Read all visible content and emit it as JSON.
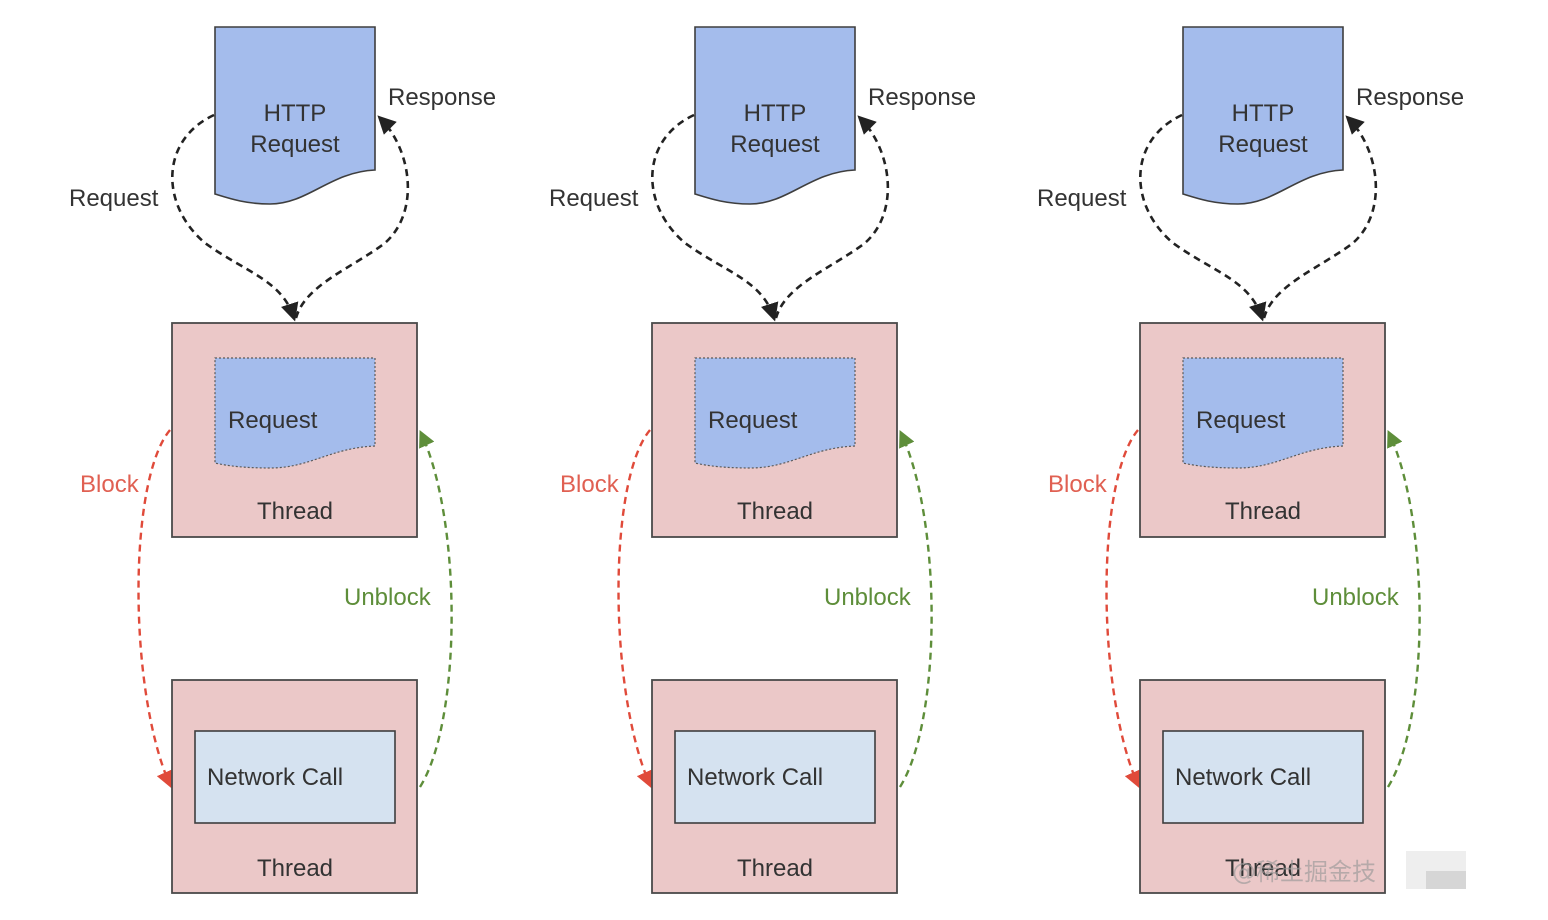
{
  "diagram": {
    "panels": [
      {
        "http_doc_line1": "HTTP",
        "http_doc_line2": "Request",
        "request_label": "Request",
        "response_label": "Response",
        "inner_doc_label": "Request",
        "top_thread_label": "Thread",
        "block_label": "Block",
        "unblock_label": "Unblock",
        "network_call_label": "Network Call",
        "bottom_thread_label": "Thread"
      },
      {
        "http_doc_line1": "HTTP",
        "http_doc_line2": "Request",
        "request_label": "Request",
        "response_label": "Response",
        "inner_doc_label": "Request",
        "top_thread_label": "Thread",
        "block_label": "Block",
        "unblock_label": "Unblock",
        "network_call_label": "Network Call",
        "bottom_thread_label": "Thread"
      },
      {
        "http_doc_line1": "HTTP",
        "http_doc_line2": "Request",
        "request_label": "Request",
        "response_label": "Response",
        "inner_doc_label": "Request",
        "top_thread_label": "Thread",
        "block_label": "Block",
        "unblock_label": "Unblock",
        "network_call_label": "Network Call",
        "bottom_thread_label": "Thread"
      }
    ],
    "watermark": "@稀土掘金技",
    "colors": {
      "document_fill": "#a4bcec",
      "thread_fill": "#ebc8c8",
      "network_call_fill": "#d5e2f0",
      "block_arrow": "#e04a3a",
      "unblock_arrow": "#5e8e3a",
      "request_response_arrow": "#222222"
    }
  }
}
